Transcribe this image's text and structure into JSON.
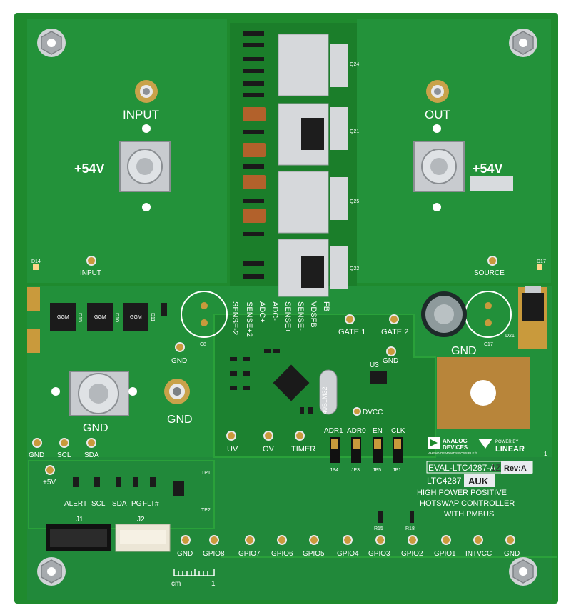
{
  "board": {
    "title_line1": "EVAL-LTC4287-A",
    "title_hw1": "1Z",
    "title_rev": "Rev:A",
    "title_line2": "LTC4287",
    "title_hw2": "AUK",
    "desc_line1": "HIGH POWER POSITIVE",
    "desc_line2": "HOTSWAP CONTROLLER",
    "desc_line3": "WITH PMBUS",
    "logo_analog_1": "ANALOG",
    "logo_analog_2": "DEVICES",
    "logo_analog_tag": "AHEAD OF WHAT'S POSSIBLE™",
    "logo_linear_1": "POWER BY",
    "logo_linear_2": "LINEAR"
  },
  "labels": {
    "input_top": "INPUT",
    "out_top": "OUT",
    "plus54_left": "+54V",
    "plus54_right": "+54V",
    "input_small": "INPUT",
    "source": "SOURCE",
    "gnd_big_left": "GND",
    "gnd_mid": "GND",
    "gnd_right_big": "GND",
    "gnd_small_a": "GND",
    "gnd_small_b": "GND",
    "gate1": "GATE 1",
    "gate2": "GATE 2",
    "sense_m2": "SENSE-2",
    "sense_p2": "SENSE+2",
    "adc_p": "ADC+",
    "adc_m": "ADC-",
    "sense_p": "SENSE+",
    "sense_m": "SENSE-",
    "vdsfb": "VDSFB",
    "fb": "FB",
    "dvcc": "DVCC",
    "uv": "UV",
    "ov": "OV",
    "timer": "TIMER",
    "u3": "U3",
    "adr1": "ADR1",
    "adr0": "ADR0",
    "en": "EN",
    "clk": "CLK",
    "jp4": "JP4",
    "jp3": "JP3",
    "jp5": "JP5",
    "jp1": "JP1",
    "gnd_bl": "GND",
    "scl": "SCL",
    "sda": "SDA",
    "plus5v": "+5V",
    "alert": "ALERT",
    "scl2": "SCL",
    "sda2": "SDA",
    "pg": "PG",
    "flt": "FLT#",
    "j1": "J1",
    "j2": "J2",
    "gnd_row_left": "GND",
    "gpio8": "GPIO8",
    "gpio7": "GPIO7",
    "gpio6": "GPIO6",
    "gpio5": "GPIO5",
    "gpio4": "GPIO4",
    "gpio3": "GPIO3",
    "gpio2": "GPIO2",
    "gpio1": "GPIO1",
    "intvcc": "INTVCC",
    "gnd_row_right": "GND",
    "cm": "cm",
    "one": "1",
    "xtal": "40B1M32",
    "d15": "D15",
    "d10": "D10",
    "d11": "D11",
    "d14": "D14",
    "d17": "D17",
    "d21": "D21",
    "c8": "C8",
    "c17": "C17",
    "tp1": "TP1",
    "tp2": "TP2",
    "r15": "R15",
    "r18": "R18",
    "q24": "Q24",
    "q21": "Q21",
    "q25": "Q25",
    "q22": "Q22",
    "ggm": "GGM",
    "iu": "1"
  },
  "colors": {
    "pcb": "#1f8a2e",
    "pcb_dark": "#176f23",
    "pcb_trace": "#2aa13a",
    "silk": "#ffffff",
    "gold": "#c99a3c",
    "metal": "#c9ccd0"
  }
}
